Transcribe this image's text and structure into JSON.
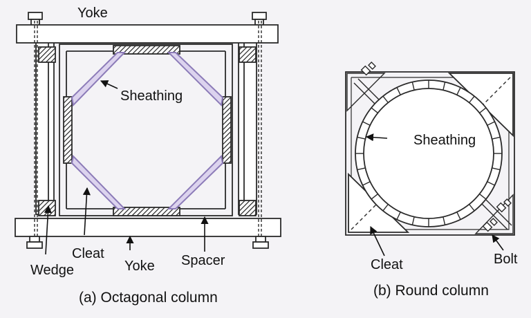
{
  "figure_a": {
    "labels": {
      "yoke_top": "Yoke",
      "sheathing": "Sheathing",
      "cleat": "Cleat",
      "wedge": "Wedge",
      "yoke_bottom": "Yoke",
      "spacer": "Spacer"
    },
    "caption": "(a) Octagonal column"
  },
  "figure_b": {
    "labels": {
      "sheathing": "Sheathing",
      "cleat": "Cleat",
      "bolt": "Bolt"
    },
    "caption": "(b) Round column"
  },
  "colors": {
    "outline": "#2a2a2a",
    "member_fill": "#ffffff",
    "cleat_tint": "#b7a6d8",
    "background": "#f4f3f6"
  }
}
